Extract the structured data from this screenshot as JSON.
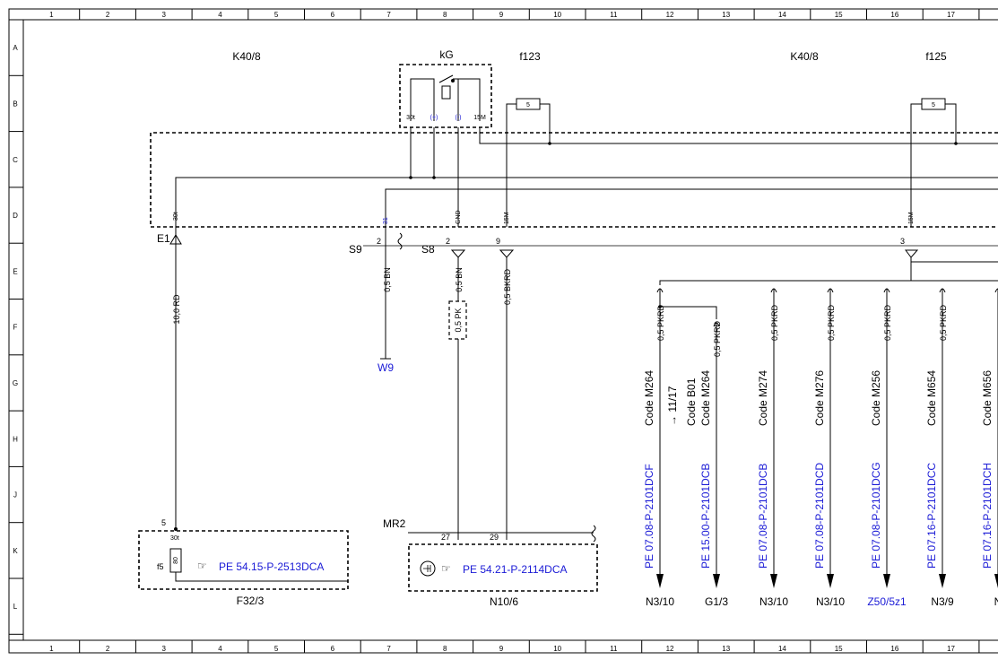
{
  "grid": {
    "columns": [
      "1",
      "2",
      "3",
      "4",
      "5",
      "6",
      "7",
      "8",
      "9",
      "10",
      "11",
      "12",
      "13",
      "14",
      "15",
      "16",
      "17"
    ],
    "rows": [
      "A",
      "B",
      "C",
      "D",
      "E",
      "F",
      "G",
      "H",
      "J",
      "K",
      "L"
    ]
  },
  "components": {
    "k40_left": "K40/8",
    "kg": "kG",
    "f123": "f123",
    "k40_right": "K40/8",
    "f125": "f125",
    "f32": "F32/3",
    "n10": "N10/6"
  },
  "relay_pins": {
    "p30t": "30t",
    "plus": "(+)",
    "minus": "(-)",
    "p15m": "15M"
  },
  "fuse_values": {
    "f123": "5",
    "f125": "5",
    "f5": "80"
  },
  "connector_pins": {
    "p30t": "30t",
    "p31": "31",
    "gnd": "GND",
    "p15m_a": "15M",
    "p15m_b": "15M"
  },
  "labels": {
    "e1": "E1",
    "s9": "S9",
    "s9_pin": "2",
    "s8": "S8",
    "s8_pin": "2",
    "pin9": "9",
    "pin3": "3",
    "pin5": "5",
    "pin30t": "30t",
    "f5": "f5",
    "mr2": "MR2",
    "pin27": "27",
    "pin29": "29"
  },
  "wires": {
    "w1": "10,0 RD",
    "w2": "0,5 BN",
    "w3": "0,5 BN",
    "w4": "0,5 PK",
    "w5": "0,5 BKRD"
  },
  "links": {
    "w9": "W9",
    "f32_ref": "PE 54.15-P-2513DCA",
    "n10_ref": "PE 54.21-P-2114DCA"
  },
  "branches": [
    {
      "wire": "0,5 PKRD",
      "code": "Code M264",
      "extra": "→ 11/17",
      "ref": "PE 07.08-P-2101DCF",
      "target": "N3/10"
    },
    {
      "wire": "0,5 PKRD",
      "code": "Code M264",
      "code2": "Code B01",
      "ref": "PE 15.00-P-2101DCB",
      "target": "G1/3"
    },
    {
      "wire": "0,5 PKRD",
      "code": "Code M274",
      "ref": "PE 07.08-P-2101DCB",
      "target": "N3/10"
    },
    {
      "wire": "0,5 PKRD",
      "code": "Code M276",
      "ref": "PE 07.08-P-2101DCD",
      "target": "N3/10"
    },
    {
      "wire": "0,5 PKRD",
      "code": "Code M256",
      "ref": "PE 07.08-P-2101DCG",
      "target": "Z50/5z1"
    },
    {
      "wire": "0,5 PKRD",
      "code": "Code M654",
      "ref": "PE 07.16-P-2101DCC",
      "target": "N3/9"
    },
    {
      "wire": "",
      "code": "Code M656",
      "ref": "PE 07.16-P-2101DCH",
      "target": "N"
    }
  ],
  "colors": {
    "link": "#1a1ad6",
    "line": "#000000"
  }
}
